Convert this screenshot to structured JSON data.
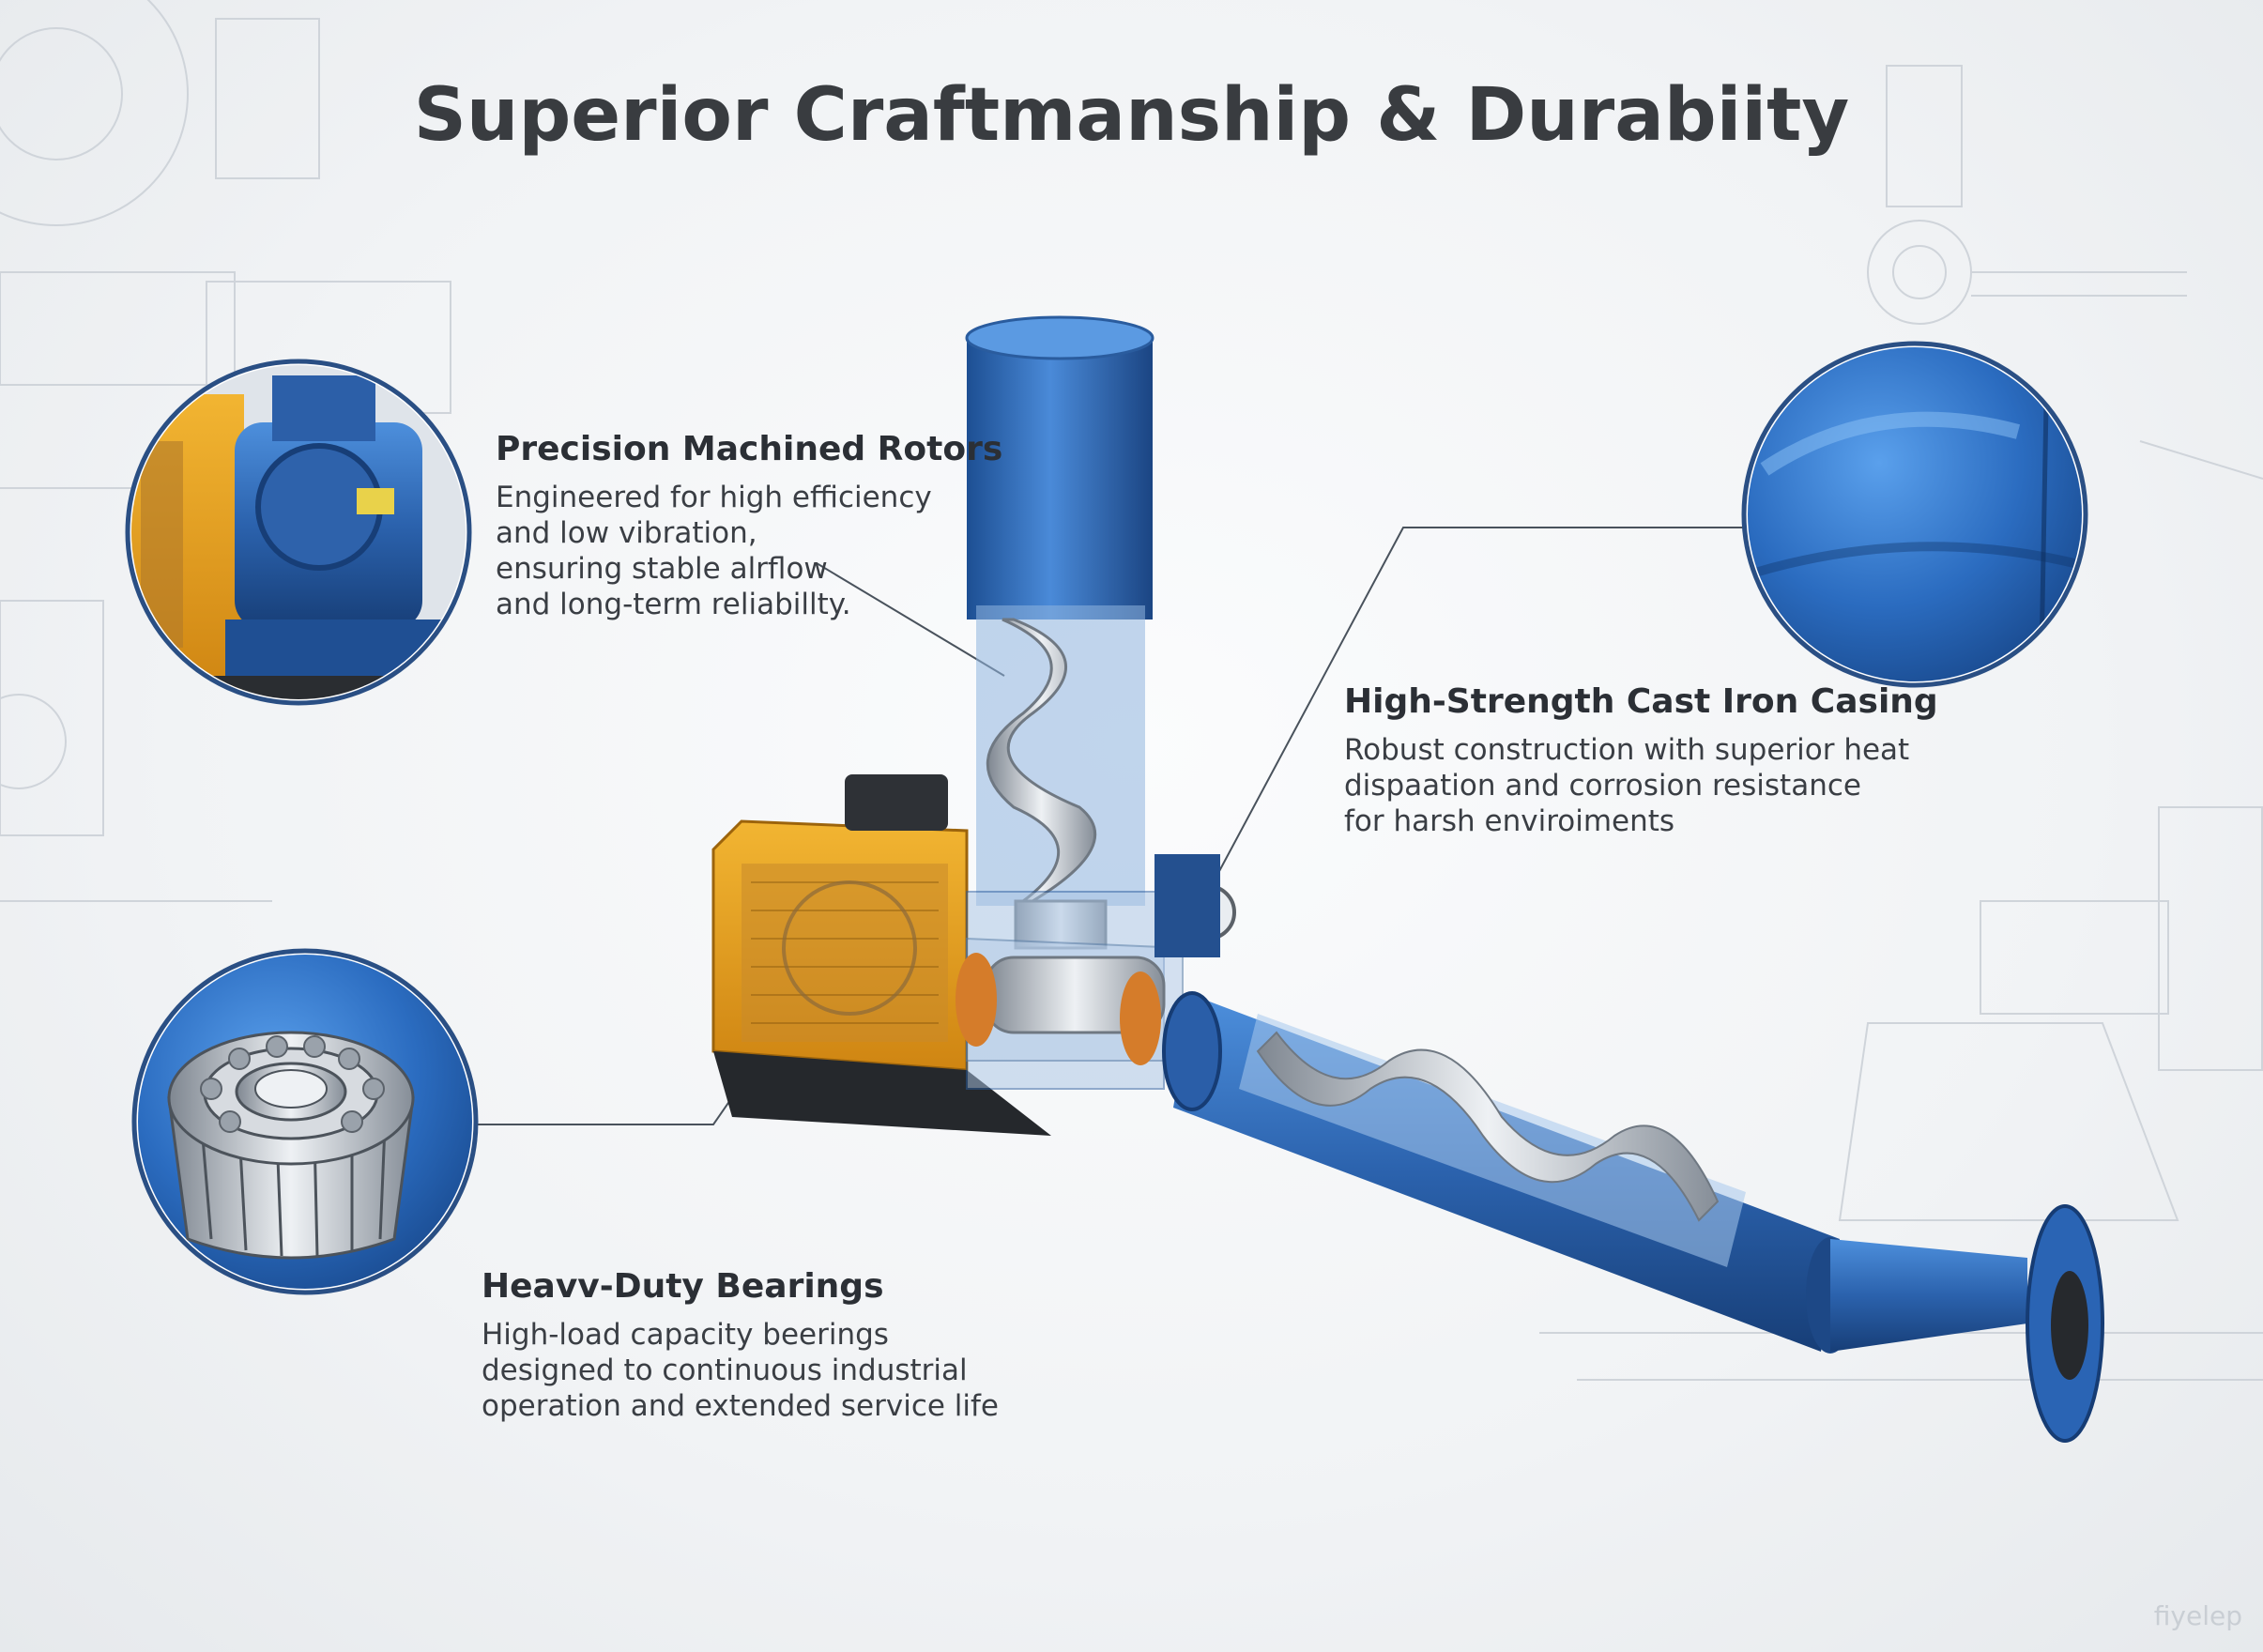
{
  "title": "Superior Craftmanship & Durabiity",
  "callouts": {
    "rotors": {
      "heading": "Precision Machined Rotors",
      "lines": [
        "Engineered for high efficiency",
        "and low vibration,",
        "ensuring stable alrflow",
        "and long-term reliabillty."
      ]
    },
    "casing": {
      "heading": "High-Strength Cast Iron Casing",
      "lines": [
        "Robust construction with superior heat",
        "dispaation and corrosion resistance",
        "for harsh enviroiments"
      ]
    },
    "bearings": {
      "heading": "Heavv-Duty Bearings",
      "lines": [
        "High-load capacity beerings",
        "designed to continuous industrial",
        "operation and extended service life"
      ]
    }
  },
  "watermark": "fiyelep",
  "colors": {
    "brand_blue": "#2f6cb8",
    "accent_orange": "#e8a21c",
    "text_dark": "#393c40",
    "steel": "#b9c0c8"
  }
}
